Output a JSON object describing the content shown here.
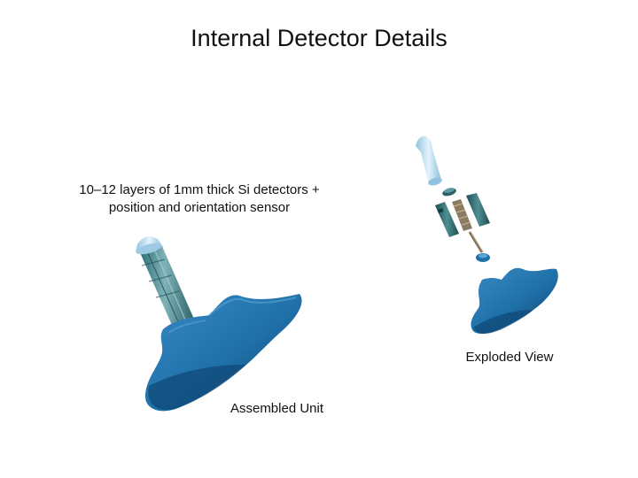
{
  "slide": {
    "title": "Internal Detector Details"
  },
  "captions": {
    "layers_line1": "10–12 layers of 1mm thick Si detectors +",
    "layers_line2": "position and orientation sensor",
    "exploded": "Exploded View",
    "assembled": "Assembled Unit"
  },
  "colors": {
    "earpiece_blue": "#1f6fa8",
    "earpiece_dark": "#0d3f66",
    "tube_teal": "#4c8f97",
    "cap_light_blue": "#b9dcef",
    "module_teal": "#2f6b6e",
    "sensor_bronze": "#8a7b62"
  }
}
